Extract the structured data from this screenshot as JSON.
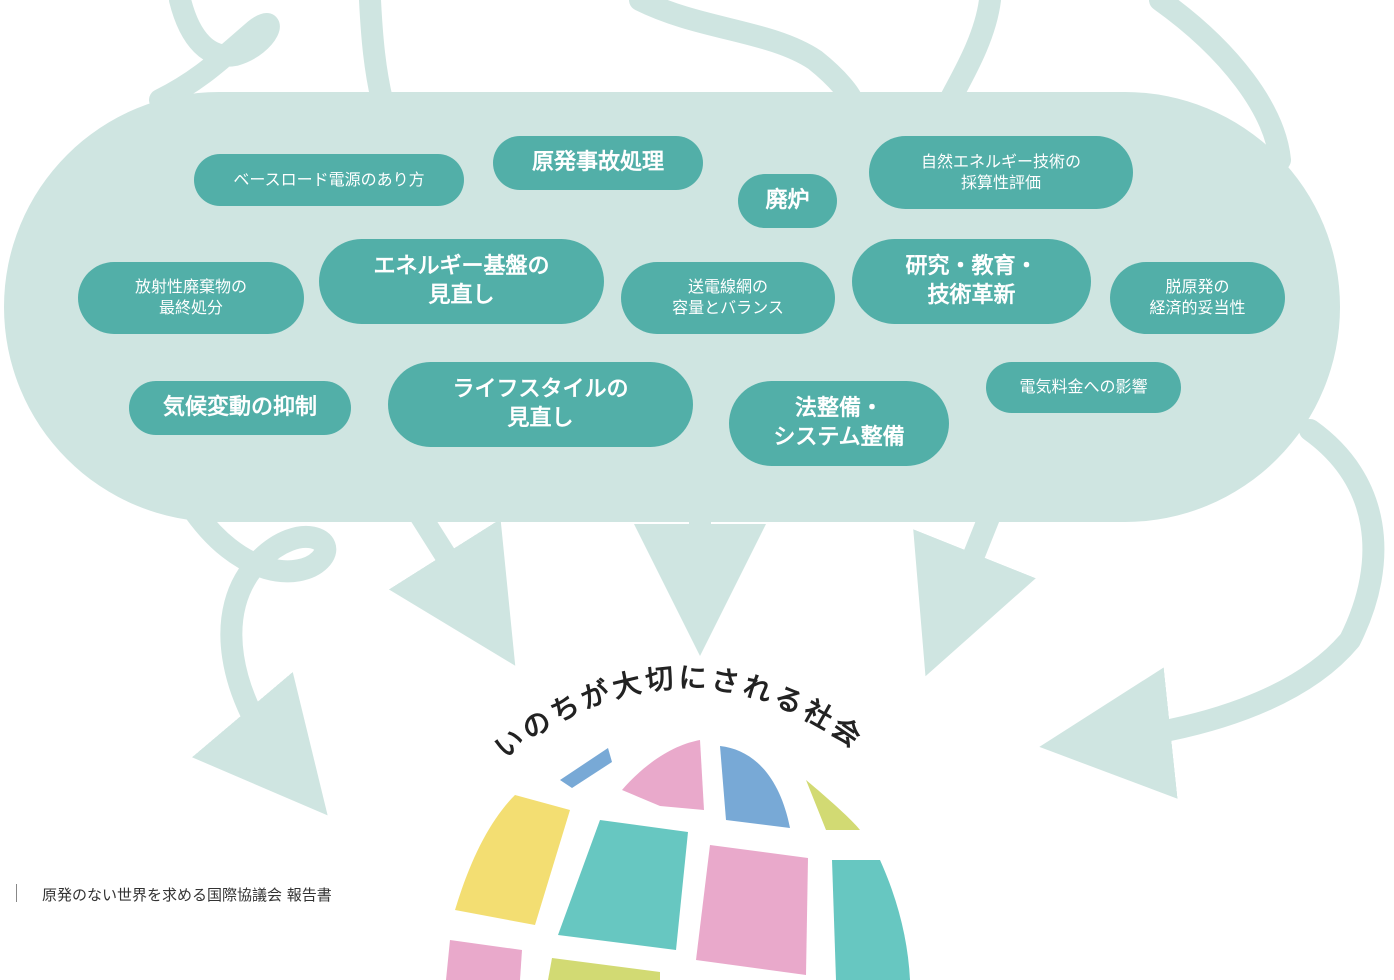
{
  "topics": [
    "ベースロード電源のあり方",
    "原発事故処理",
    "廃炉",
    "自然エネルギー技術の\n採算性評価",
    "放射性廃棄物の\n最終処分",
    "エネルギー基盤の\n見直し",
    "送電線網の\n容量とバランス",
    "研究・教育・\n技術革新",
    "脱原発の\n経済的妥当性",
    "気候変動の抑制",
    "ライフスタイルの\n見直し",
    "法整備・\nシステム整備",
    "電気料金への影響"
  ],
  "goal_title": "いのちが大切にされる社会",
  "footer_text": "原発のない世界を求める国際協議会 報告書",
  "colors": {
    "cloud": "#cfe5e1",
    "pill": "#52afa8",
    "globe_teal": "#67c7c1",
    "globe_pink": "#e9a9cb",
    "globe_blue": "#78a9d6",
    "globe_yellow": "#f3de72",
    "globe_lime": "#d2da73"
  }
}
